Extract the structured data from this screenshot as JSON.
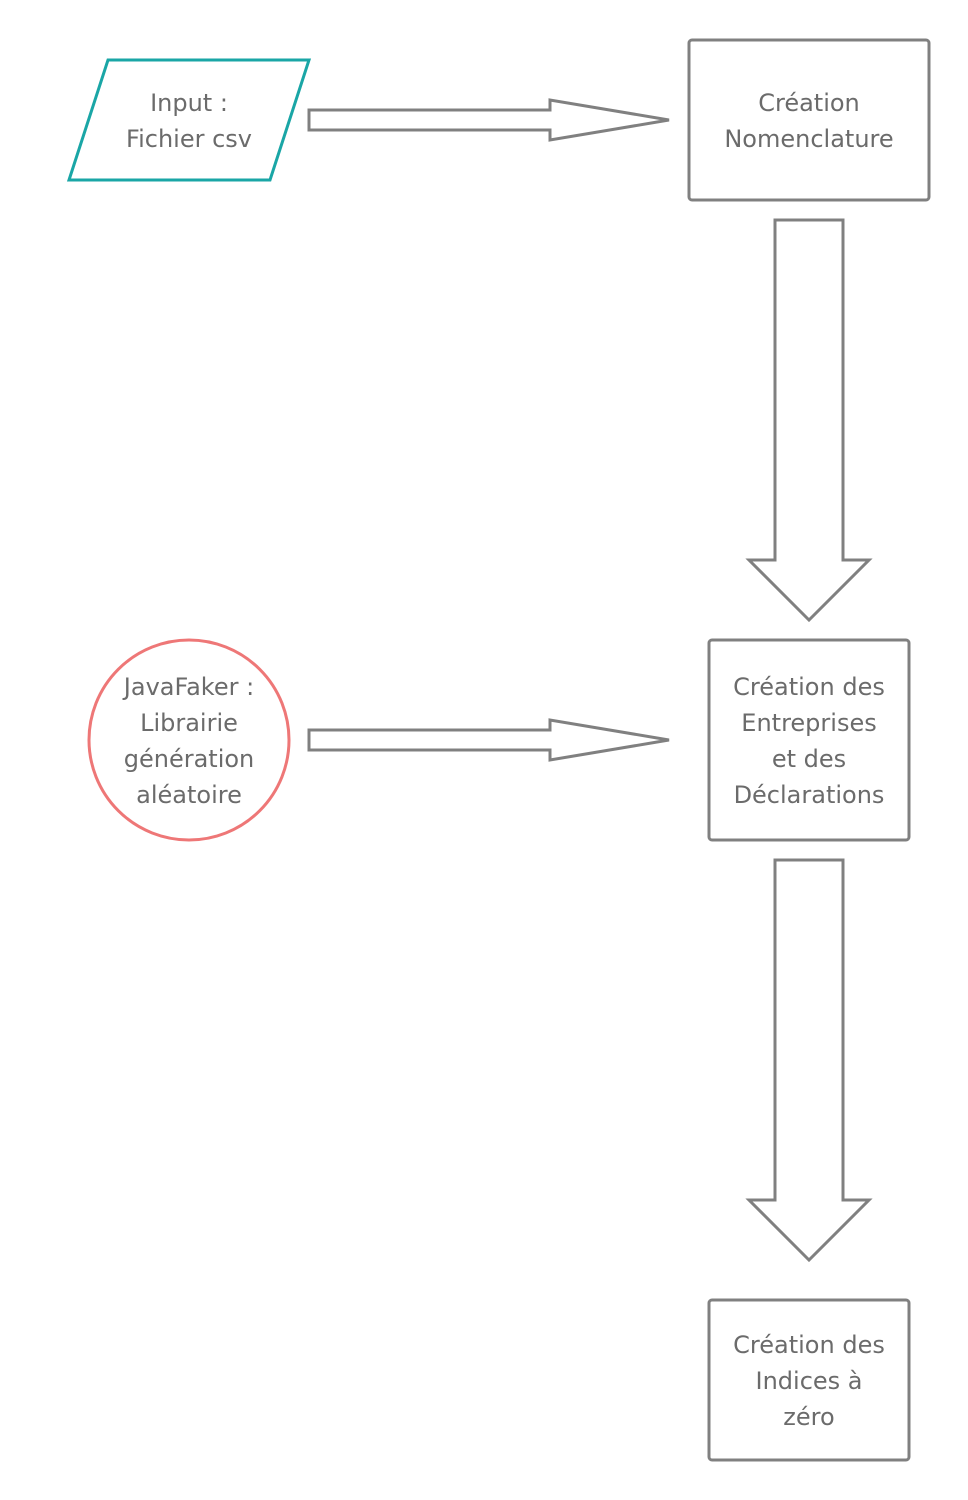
{
  "colors": {
    "stroke_default": "#808080",
    "input_stroke": "#1aa6a6",
    "library_stroke": "#ee7777",
    "text": "#6b6b6b"
  },
  "nodes": {
    "input_csv": {
      "shape": "parallelogram",
      "lines": [
        "Input :",
        "Fichier csv"
      ]
    },
    "creation_nomenclature": {
      "shape": "rectangle",
      "lines": [
        "Création",
        "Nomenclature"
      ]
    },
    "javafaker": {
      "shape": "circle",
      "lines": [
        "JavaFaker :",
        "Librairie",
        "génération",
        "aléatoire"
      ]
    },
    "creation_entreprises": {
      "shape": "rectangle",
      "lines": [
        "Création des",
        "Entreprises",
        "et des",
        "Déclarations"
      ]
    },
    "creation_indices": {
      "shape": "rectangle",
      "lines": [
        "Création des",
        "Indices à",
        "zéro"
      ]
    }
  },
  "edges": [
    {
      "from": "input_csv",
      "to": "creation_nomenclature",
      "style": "block-arrow"
    },
    {
      "from": "creation_nomenclature",
      "to": "creation_entreprises",
      "style": "block-arrow"
    },
    {
      "from": "javafaker",
      "to": "creation_entreprises",
      "style": "block-arrow"
    },
    {
      "from": "creation_entreprises",
      "to": "creation_indices",
      "style": "block-arrow"
    }
  ]
}
